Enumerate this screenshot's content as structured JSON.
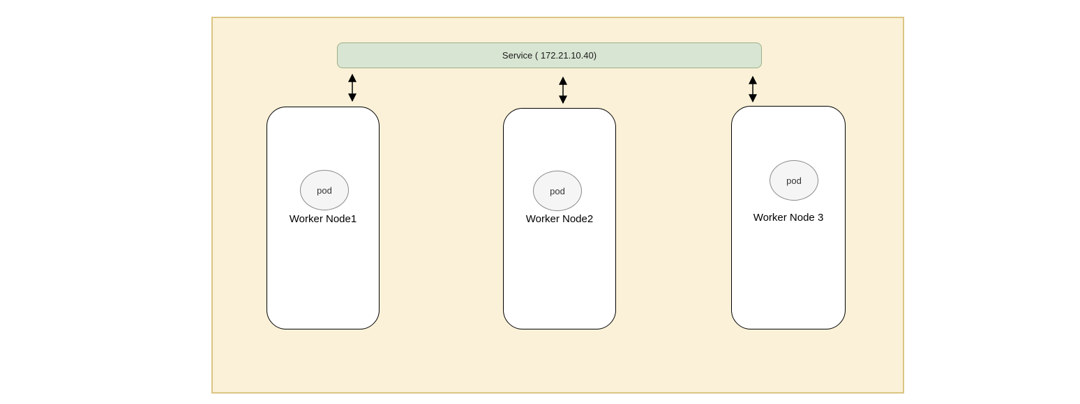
{
  "diagram": {
    "service": {
      "label": "Service ( 172.21.10.40)"
    },
    "nodes": [
      {
        "label": "Worker Node1",
        "pod_label": "pod"
      },
      {
        "label": "Worker Node2",
        "pod_label": "pod"
      },
      {
        "label": "Worker Node 3",
        "pod_label": "pod"
      }
    ],
    "connectors": [
      {
        "name": "service-to-node1",
        "type": "bidirectional"
      },
      {
        "name": "service-to-node2",
        "type": "bidirectional"
      },
      {
        "name": "service-to-node3",
        "type": "bidirectional"
      },
      {
        "name": "traffic-into-pod2",
        "type": "single-down"
      }
    ],
    "colors": {
      "page_background": "#ffffff",
      "boundary_fill": "#faf1d8",
      "boundary_border": "#dbc584",
      "service_fill": "#d9e5d3",
      "service_border": "#9bb088",
      "node_fill": "#ffffff",
      "node_border": "#000000",
      "pod_fill": "#f5f5f5",
      "pod_border": "#8a8a8a",
      "arrow": "#000000"
    }
  }
}
